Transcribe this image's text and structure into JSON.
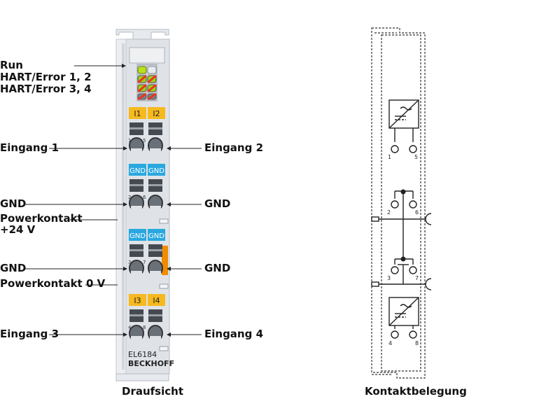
{
  "left_labels": {
    "run": "Run",
    "hart_error_12": "HART/Error 1, 2",
    "hart_error_34": "HART/Error 3, 4",
    "eingang_1": "Eingang 1",
    "gnd_1": "GND",
    "powerkontakt_24v_line1": "Powerkontakt",
    "powerkontakt_24v_line2": "+24 V",
    "gnd_2": "GND",
    "powerkontakt_0v": "Powerkontakt 0 V",
    "eingang_3": "Eingang 3"
  },
  "right_labels": {
    "eingang_2": "Eingang 2",
    "gnd_1": "GND",
    "gnd_2": "GND",
    "eingang_4": "Eingang 4"
  },
  "terminal": {
    "badge_i1": "I1",
    "badge_i2": "I2",
    "badge_gnd_a": "GND",
    "badge_gnd_b": "GND",
    "badge_gnd_c": "GND",
    "badge_gnd_d": "GND",
    "badge_i3": "I3",
    "badge_i4": "I4",
    "contact_nums": [
      "1",
      "5",
      "2",
      "6",
      "3",
      "7",
      "4",
      "8"
    ],
    "model": "EL6184",
    "brand": "BECKHOFF",
    "colors": {
      "yellow": "#f6b91e",
      "blue": "#29a8e0",
      "orange": "#f08c00",
      "body": "#dfe3e8"
    }
  },
  "schematic": {
    "pins": [
      "1",
      "5",
      "2",
      "6",
      "3",
      "7",
      "4",
      "8"
    ]
  },
  "captions": {
    "draufsicht": "Draufsicht",
    "kontaktbelegung": "Kontaktbelegung"
  }
}
